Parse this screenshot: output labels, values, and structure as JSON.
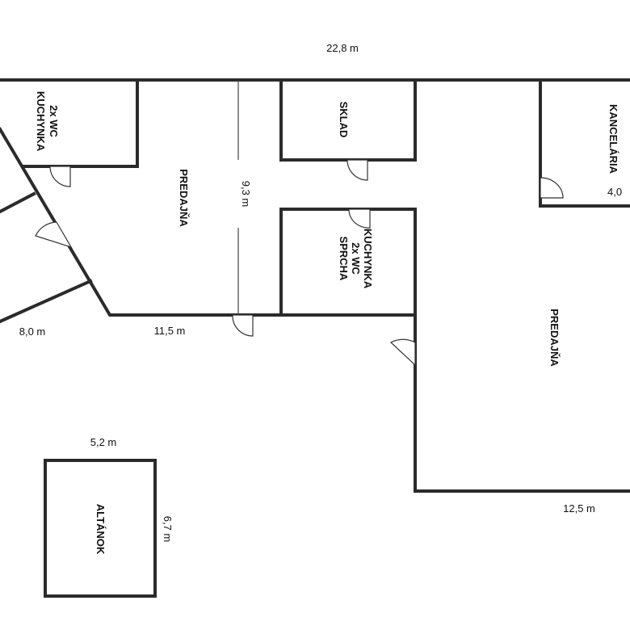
{
  "dimensions": {
    "top_width": "22,8 m",
    "height": "9,3 m",
    "front_left": "11,5 m",
    "left_wing": "8,0 m",
    "right_bottom": "12,5 m",
    "office": "4,0",
    "gazebo_width": "5,2 m",
    "gazebo_depth": "6,7 m"
  },
  "rooms": {
    "wc_kitchen_top": [
      "2x WC",
      "KUCHYNKA"
    ],
    "sales_left": "PREDAJŇA",
    "storage": "SKLAD",
    "kitchen_shower": [
      "KUCHYNKA",
      "2x WC",
      "SPRCHA"
    ],
    "office": "KANCELÁRIA",
    "sales_right": "PREDAJŇA",
    "gazebo": "ALTÁNOK"
  },
  "colors": {
    "wall": "#2b2b2b",
    "background": "#ffffff"
  }
}
